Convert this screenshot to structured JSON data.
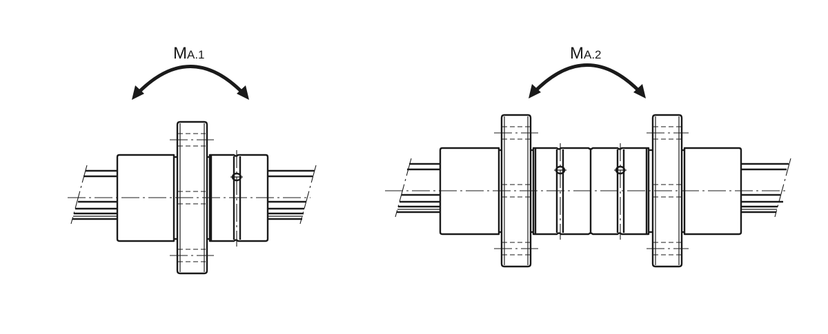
{
  "diagram": {
    "type": "technical-drawing",
    "description": "Ball screw nut assemblies showing permissible moment load direction",
    "line_color": "#1a1a1a",
    "background": "#ffffff",
    "figures": [
      {
        "id": "single-nut",
        "label_main": "M",
        "label_sub": "A.1",
        "moment_arrow": "curved-double-arrow",
        "components": [
          "shaft",
          "nut-body-left",
          "flange",
          "nut-body-right",
          "lubrication-hole"
        ]
      },
      {
        "id": "double-nut",
        "label_main": "M",
        "label_sub": "A.2",
        "moment_arrow": "curved-double-arrow",
        "components": [
          "shaft",
          "nut-body-left",
          "flange-left",
          "nut-center-1",
          "nut-center-2",
          "flange-right",
          "nut-body-right",
          "lubrication-hole-1",
          "lubrication-hole-2"
        ]
      }
    ]
  }
}
